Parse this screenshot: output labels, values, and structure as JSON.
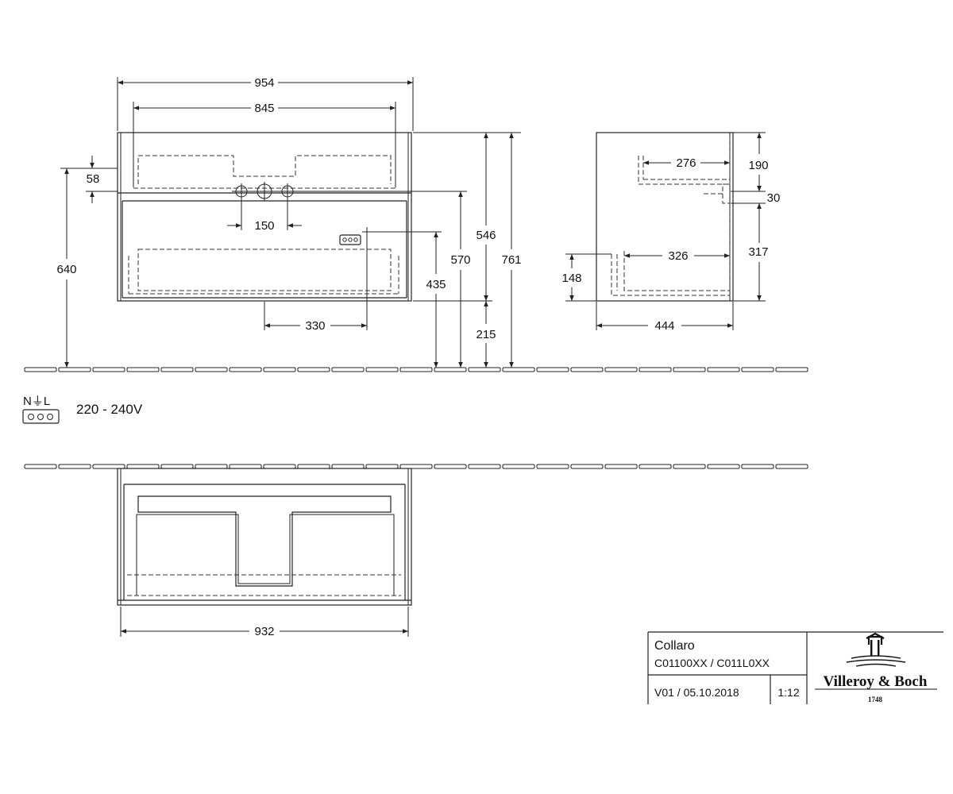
{
  "dimensions": {
    "top_total_width": "954",
    "top_inner_width": "845",
    "basin_offset": "58",
    "mount_height": "640",
    "tap_spacing": "150",
    "socket_offset": "330",
    "socket_height": "435",
    "drain_height": "570",
    "top_section": "546",
    "bottom_gap": "215",
    "total_height": "761",
    "side_top_depth": "276",
    "side_top_height": "190",
    "side_outlet": "30",
    "side_bottom_depth": "326",
    "side_drawer_height": "317",
    "side_drawer_front": "148",
    "side_total_depth": "444",
    "plan_width": "932"
  },
  "electrical": {
    "symbol_label": "N⏚L",
    "voltage": "220 - 240V"
  },
  "title_block": {
    "product": "Collaro",
    "codes": "C01100XX / C011L0XX",
    "version": "V01 / 05.10.2018",
    "scale": "1:12",
    "brand": "Villeroy & Boch",
    "brand_year": "1748"
  }
}
